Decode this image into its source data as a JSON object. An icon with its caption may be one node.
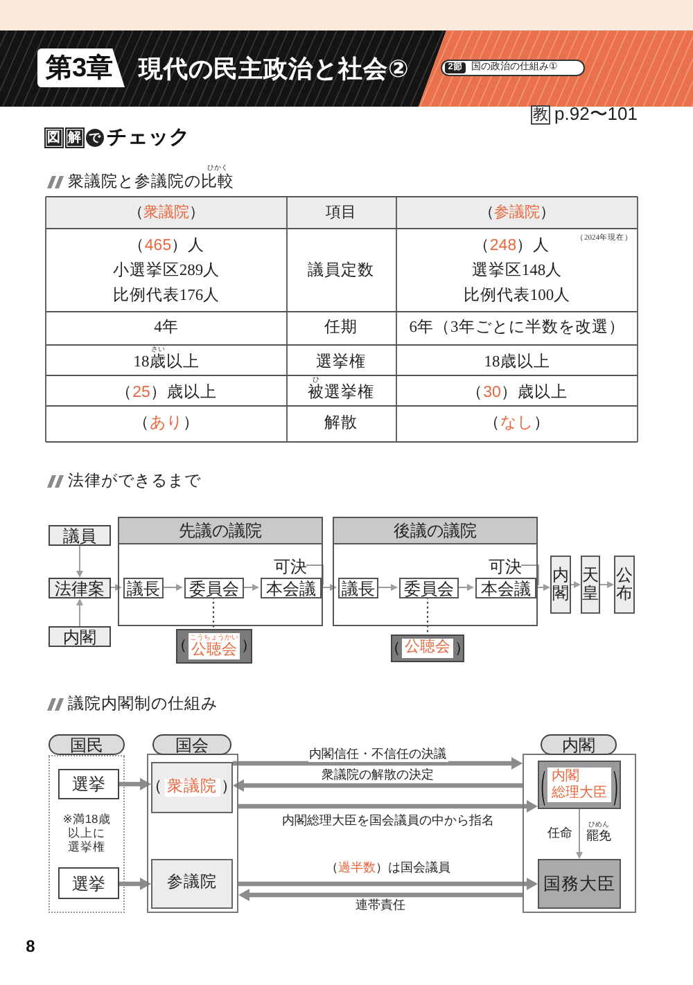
{
  "diagram": {
    "title": "現代の民主政治と社会②",
    "nodes": [
      {
        "text": [
          "議員"
        ]
      },
      {
        "text": [
          "法律案"
        ]
      },
      {
        "text": [
          "内閣"
        ]
      },
      {
        "text": [
          "先議の議院"
        ]
      },
      {
        "text": [
          "議長"
        ],
        "in": 3
      },
      {
        "text": [
          "委員会"
        ],
        "in": 3
      },
      {
        "text": [
          "本会議"
        ],
        "in": 3
      },
      {
        "text": [
          "（公聴会）"
        ]
      },
      {
        "text": [
          "後議の議院"
        ]
      },
      {
        "text": [
          "議長"
        ],
        "in": 8
      },
      {
        "text": [
          "委員会"
        ],
        "in": 8
      },
      {
        "text": [
          "本会議"
        ],
        "in": 8
      },
      {
        "text": [
          "（公聴会）"
        ]
      },
      {
        "text": [
          "内閣"
        ]
      },
      {
        "text": [
          "天皇"
        ]
      },
      {
        "text": [
          "公布"
        ]
      },
      {
        "text": [
          "国民",
          "※満18歳以上に選挙権"
        ]
      },
      {
        "text": [
          "選挙"
        ],
        "in": 16
      },
      {
        "text": [
          "選挙"
        ],
        "in": 16
      },
      {
        "text": [
          "国会"
        ]
      },
      {
        "text": [
          "（衆議院）"
        ],
        "in": 19
      },
      {
        "text": [
          "参議院"
        ],
        "in": 19
      },
      {
        "text": [
          "内閣"
        ]
      },
      {
        "text": [
          "（内閣総理大臣）"
        ],
        "in": 22
      },
      {
        "text": [
          "国務大臣"
        ],
        "in": 22
      },
      {
        "text": [
          "可決"
        ],
        "in": 3
      },
      {
        "text": [
          "可決"
        ],
        "in": 8
      }
    ],
    "edges": [
      {
        "from": 0,
        "to": 1,
        "arrow": "to"
      },
      {
        "from": 2,
        "to": 1,
        "arrow": "to"
      },
      {
        "from": 1,
        "to": 4,
        "arrow": "to"
      },
      {
        "from": 4,
        "to": 5,
        "arrow": "to"
      },
      {
        "from": 5,
        "to": 6,
        "arrow": "to"
      },
      {
        "from": 6,
        "to": 9,
        "arrow": "to"
      },
      {
        "from": 9,
        "to": 10,
        "arrow": "to"
      },
      {
        "from": 10,
        "to": 11,
        "arrow": "to"
      },
      {
        "from": 11,
        "to": 13,
        "arrow": "to"
      },
      {
        "from": 13,
        "to": 14,
        "arrow": "to"
      },
      {
        "from": 14,
        "to": 15,
        "arrow": "to"
      },
      {
        "from": 5,
        "to": 7,
        "arrow": "none",
        "style": "dashed",
        "color": "#444444"
      },
      {
        "from": 10,
        "to": 12,
        "arrow": "none",
        "style": "dashed",
        "color": "#444444"
      },
      {
        "from": 17,
        "to": 20,
        "arrow": "to",
        "style": "thick"
      },
      {
        "from": 18,
        "to": 21,
        "arrow": "to",
        "style": "thick"
      },
      {
        "from": 20,
        "to": 22,
        "arrow": "to",
        "label": "内閣信任・不信任の決議",
        "style": "thick"
      },
      {
        "from": 22,
        "to": 20,
        "arrow": "to",
        "label": "衆議院の解散の決定",
        "style": "thick"
      },
      {
        "from": 19,
        "to": 23,
        "arrow": "to",
        "label": "内閣総理大臣を国会議員の中から指名",
        "style": "thick"
      },
      {
        "from": 19,
        "to": 24,
        "arrow": "to",
        "label": "（過半数）は国会議員",
        "style": "thick"
      },
      {
        "from": 22,
        "to": 19,
        "arrow": "to",
        "label": "連帯責任",
        "style": "thick"
      },
      {
        "from": 23,
        "to": 24,
        "arrow": "to",
        "label": "任命"
      },
      {
        "from": 25,
        "to": 6,
        "arrow": "none"
      },
      {
        "from": 26,
        "to": 11,
        "arrow": "none"
      }
    ],
    "labels": [
      "第3章",
      "2節",
      "国の政治の仕組み①",
      "教",
      "p.92〜101",
      "図",
      "解",
      "で",
      "チェック",
      "ひかく",
      "衆議院と参議院の比較",
      "（衆議院）",
      "項目",
      "（参議院）",
      "（465）人",
      "小選挙区289人",
      "比例代表176人",
      "議員定数",
      "（248）人",
      "（2024年現在）",
      "選挙区148人",
      "比例代表100人",
      "4年",
      "任期",
      "6年（3年ごとに半数を改選）",
      "さい",
      "18歳以上",
      "選挙権",
      "18歳以上",
      "（25）歳以上",
      "ひ",
      "被選挙権",
      "（30）歳以上",
      "（あり）",
      "解散",
      "（なし）",
      "法律ができるまで",
      "こうちょうかい",
      "議院内閣制の仕組み",
      "ひめん",
      "罷免",
      "8"
    ]
  }
}
